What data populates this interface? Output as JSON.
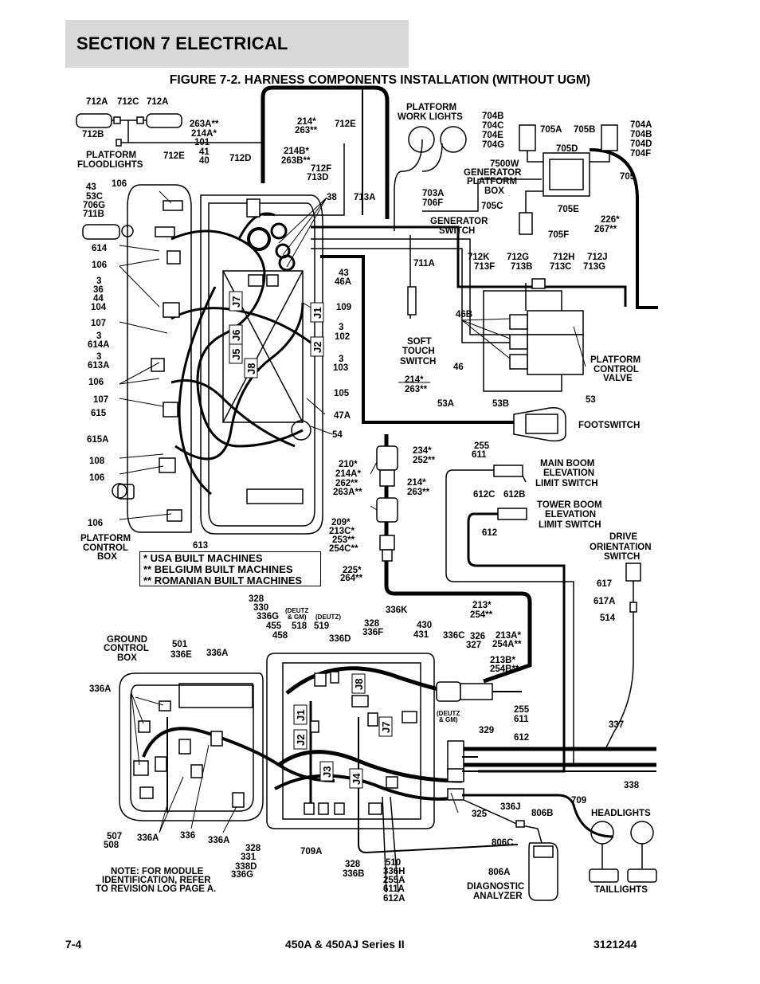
{
  "header": {
    "section": "SECTION 7   ELECTRICAL",
    "figure_title": "FIGURE 7-2. HARNESS COMPONENTS INSTALLATION (WITHOUT UGM)"
  },
  "notes": {
    "line1": "*  USA BUILT MACHINES",
    "line2": "** BELGIUM BUILT MACHINES",
    "line3": "** ROMANIAN BUILT MACHINES"
  },
  "footer": {
    "page": "7-4",
    "model": "450A & 450AJ Series II",
    "doc_number": "3121244"
  },
  "labels": [
    {
      "id": "l1",
      "text": "712A"
    },
    {
      "id": "l2",
      "text": "712C"
    },
    {
      "id": "l3",
      "text": "712A"
    },
    {
      "id": "l4",
      "text": "712B"
    },
    {
      "id": "l5",
      "text": "263A**"
    },
    {
      "id": "l6",
      "text": "214A*"
    },
    {
      "id": "l7",
      "text": "101"
    },
    {
      "id": "l8",
      "text": "41"
    },
    {
      "id": "l9",
      "text": "40"
    },
    {
      "id": "l10",
      "text": "PLATFORM"
    },
    {
      "id": "l11",
      "text": "FLOODLIGHTS"
    },
    {
      "id": "l12",
      "text": "712E"
    },
    {
      "id": "l13",
      "text": "712D"
    },
    {
      "id": "l14",
      "text": "214*"
    },
    {
      "id": "l15",
      "text": "263**"
    },
    {
      "id": "l16",
      "text": "712E"
    },
    {
      "id": "l17",
      "text": "214B*"
    },
    {
      "id": "l18",
      "text": "263B**"
    },
    {
      "id": "l19",
      "text": "712F"
    },
    {
      "id": "l20",
      "text": "713D"
    },
    {
      "id": "l21",
      "text": "38"
    },
    {
      "id": "l22",
      "text": "713A"
    },
    {
      "id": "l23",
      "text": "PLATFORM"
    },
    {
      "id": "l24",
      "text": "WORK LIGHTS"
    },
    {
      "id": "l25",
      "text": "704B"
    },
    {
      "id": "l26",
      "text": "704C"
    },
    {
      "id": "l27",
      "text": "704E"
    },
    {
      "id": "l28",
      "text": "704G"
    },
    {
      "id": "l29",
      "text": "705A"
    },
    {
      "id": "l30",
      "text": "705B"
    },
    {
      "id": "l31",
      "text": "704A"
    },
    {
      "id": "l32",
      "text": "704B"
    },
    {
      "id": "l33",
      "text": "704D"
    },
    {
      "id": "l34",
      "text": "704F"
    },
    {
      "id": "l35",
      "text": "705D"
    },
    {
      "id": "l36",
      "text": "7500W"
    },
    {
      "id": "l37",
      "text": "GENERATOR"
    },
    {
      "id": "l38",
      "text": "PLATFORM"
    },
    {
      "id": "l39",
      "text": "BOX"
    },
    {
      "id": "l40",
      "text": "705"
    },
    {
      "id": "l41",
      "text": "705C"
    },
    {
      "id": "l42",
      "text": "705E"
    },
    {
      "id": "l43",
      "text": "226*"
    },
    {
      "id": "l44",
      "text": "267**"
    },
    {
      "id": "l45",
      "text": "705F"
    },
    {
      "id": "l46",
      "text": "43"
    },
    {
      "id": "l47",
      "text": "53C"
    },
    {
      "id": "l48",
      "text": "706G"
    },
    {
      "id": "l49",
      "text": "711B"
    },
    {
      "id": "l50",
      "text": "106"
    },
    {
      "id": "l51",
      "text": "703A"
    },
    {
      "id": "l52",
      "text": "706F"
    },
    {
      "id": "l53",
      "text": "GENERATOR"
    },
    {
      "id": "l54",
      "text": "SWITCH"
    },
    {
      "id": "l55",
      "text": "614"
    },
    {
      "id": "l56",
      "text": "106"
    },
    {
      "id": "l57",
      "text": "3"
    },
    {
      "id": "l58",
      "text": "36"
    },
    {
      "id": "l59",
      "text": "44"
    },
    {
      "id": "l60",
      "text": "104"
    },
    {
      "id": "l61",
      "text": "107"
    },
    {
      "id": "l62",
      "text": "3"
    },
    {
      "id": "l63",
      "text": "614A"
    },
    {
      "id": "l64",
      "text": "3"
    },
    {
      "id": "l65",
      "text": "613A"
    },
    {
      "id": "l66",
      "text": "106"
    },
    {
      "id": "l67",
      "text": "107"
    },
    {
      "id": "l68",
      "text": "615"
    },
    {
      "id": "l69",
      "text": "615A"
    },
    {
      "id": "l70",
      "text": "108"
    },
    {
      "id": "l71",
      "text": "106"
    },
    {
      "id": "l72",
      "text": "106"
    },
    {
      "id": "l73",
      "text": "PLATFORM"
    },
    {
      "id": "l74",
      "text": "CONTROL"
    },
    {
      "id": "l75",
      "text": "BOX"
    },
    {
      "id": "l76",
      "text": "613"
    },
    {
      "id": "l77",
      "text": "43"
    },
    {
      "id": "l78",
      "text": "46A"
    },
    {
      "id": "l79",
      "text": "109"
    },
    {
      "id": "l80",
      "text": "3"
    },
    {
      "id": "l81",
      "text": "102"
    },
    {
      "id": "l82",
      "text": "3"
    },
    {
      "id": "l83",
      "text": "103"
    },
    {
      "id": "l84",
      "text": "105"
    },
    {
      "id": "l85",
      "text": "47A"
    },
    {
      "id": "l86",
      "text": "54"
    },
    {
      "id": "l87",
      "text": "711A"
    },
    {
      "id": "l88",
      "text": "712K"
    },
    {
      "id": "l89",
      "text": "713F"
    },
    {
      "id": "l90",
      "text": "712G"
    },
    {
      "id": "l91",
      "text": "713B"
    },
    {
      "id": "l92",
      "text": "712H"
    },
    {
      "id": "l93",
      "text": "713C"
    },
    {
      "id": "l94",
      "text": "712J"
    },
    {
      "id": "l95",
      "text": "713G"
    },
    {
      "id": "l96",
      "text": "46B"
    },
    {
      "id": "l97",
      "text": "SOFT"
    },
    {
      "id": "l98",
      "text": "TOUCH"
    },
    {
      "id": "l99",
      "text": "SWITCH"
    },
    {
      "id": "l100",
      "text": "46"
    },
    {
      "id": "l101",
      "text": "PLATFORM"
    },
    {
      "id": "l102",
      "text": "CONTROL"
    },
    {
      "id": "l103",
      "text": "VALVE"
    },
    {
      "id": "l104",
      "text": "214*"
    },
    {
      "id": "l105",
      "text": "263**"
    },
    {
      "id": "l106",
      "text": "53A"
    },
    {
      "id": "l107",
      "text": "53B"
    },
    {
      "id": "l108",
      "text": "53"
    },
    {
      "id": "l109",
      "text": "FOOTSWITCH"
    },
    {
      "id": "l110",
      "text": "234*"
    },
    {
      "id": "l111",
      "text": "252**"
    },
    {
      "id": "l112",
      "text": "255"
    },
    {
      "id": "l113",
      "text": "611"
    },
    {
      "id": "l114",
      "text": "210*"
    },
    {
      "id": "l115",
      "text": "214A*"
    },
    {
      "id": "l116",
      "text": "262**"
    },
    {
      "id": "l117",
      "text": "263A**"
    },
    {
      "id": "l118",
      "text": "214*"
    },
    {
      "id": "l119",
      "text": "263**"
    },
    {
      "id": "l120",
      "text": "MAIN BOOM"
    },
    {
      "id": "l121",
      "text": "ELEVATION"
    },
    {
      "id": "l122",
      "text": "LIMIT SWITCH"
    },
    {
      "id": "l123",
      "text": "612C"
    },
    {
      "id": "l124",
      "text": "612B"
    },
    {
      "id": "l125",
      "text": "TOWER BOOM"
    },
    {
      "id": "l126",
      "text": "ELEVATION"
    },
    {
      "id": "l127",
      "text": "LIMIT SWITCH"
    },
    {
      "id": "l128",
      "text": "209*"
    },
    {
      "id": "l129",
      "text": "213C*"
    },
    {
      "id": "l130",
      "text": "253**"
    },
    {
      "id": "l131",
      "text": "254C**"
    },
    {
      "id": "l132",
      "text": "612"
    },
    {
      "id": "l133",
      "text": "DRIVE"
    },
    {
      "id": "l134",
      "text": "ORIENTATION"
    },
    {
      "id": "l135",
      "text": "SWITCH"
    },
    {
      "id": "l136",
      "text": "225*"
    },
    {
      "id": "l137",
      "text": "264**"
    },
    {
      "id": "l138",
      "text": "617"
    },
    {
      "id": "l139",
      "text": "617A"
    },
    {
      "id": "l140",
      "text": "514"
    },
    {
      "id": "l141",
      "text": "328"
    },
    {
      "id": "l142",
      "text": "330"
    },
    {
      "id": "l143",
      "text": "336G"
    },
    {
      "id": "l144",
      "text": "(DEUTZ"
    },
    {
      "id": "l145",
      "text": "& GM)"
    },
    {
      "id": "l146",
      "text": "(DEUTZ)"
    },
    {
      "id": "l147",
      "text": "455"
    },
    {
      "id": "l148",
      "text": "518"
    },
    {
      "id": "l149",
      "text": "519"
    },
    {
      "id": "l150",
      "text": "458"
    },
    {
      "id": "l151",
      "text": "336K"
    },
    {
      "id": "l152",
      "text": "328"
    },
    {
      "id": "l153",
      "text": "336F"
    },
    {
      "id": "l154",
      "text": "430"
    },
    {
      "id": "l155",
      "text": "431"
    },
    {
      "id": "l156",
      "text": "213*"
    },
    {
      "id": "l157",
      "text": "254**"
    },
    {
      "id": "l158",
      "text": "GROUND"
    },
    {
      "id": "l159",
      "text": "CONTROL"
    },
    {
      "id": "l160",
      "text": "BOX"
    },
    {
      "id": "l161",
      "text": "501"
    },
    {
      "id": "l162",
      "text": "336E"
    },
    {
      "id": "l163",
      "text": "336A"
    },
    {
      "id": "l164",
      "text": "336D"
    },
    {
      "id": "l165",
      "text": "336C"
    },
    {
      "id": "l166",
      "text": "326"
    },
    {
      "id": "l167",
      "text": "327"
    },
    {
      "id": "l168",
      "text": "213A*"
    },
    {
      "id": "l169",
      "text": "254A**"
    },
    {
      "id": "l170",
      "text": "213B*"
    },
    {
      "id": "l171",
      "text": "254B**"
    },
    {
      "id": "l172",
      "text": "336A"
    },
    {
      "id": "l173",
      "text": "(DEUTZ"
    },
    {
      "id": "l174",
      "text": "& GM)"
    },
    {
      "id": "l175",
      "text": "255"
    },
    {
      "id": "l176",
      "text": "611"
    },
    {
      "id": "l177",
      "text": "337"
    },
    {
      "id": "l178",
      "text": "329"
    },
    {
      "id": "l179",
      "text": "612"
    },
    {
      "id": "l180",
      "text": "338"
    },
    {
      "id": "l181",
      "text": "709"
    },
    {
      "id": "l182",
      "text": "325"
    },
    {
      "id": "l183",
      "text": "336J"
    },
    {
      "id": "l184",
      "text": "806B"
    },
    {
      "id": "l185",
      "text": "HEADLIGHTS"
    },
    {
      "id": "l186",
      "text": "507"
    },
    {
      "id": "l187",
      "text": "508"
    },
    {
      "id": "l188",
      "text": "336A"
    },
    {
      "id": "l189",
      "text": "336"
    },
    {
      "id": "l190",
      "text": "336A"
    },
    {
      "id": "l191",
      "text": "328"
    },
    {
      "id": "l192",
      "text": "331"
    },
    {
      "id": "l193",
      "text": "338D"
    },
    {
      "id": "l194",
      "text": "336G"
    },
    {
      "id": "l195",
      "text": "709A"
    },
    {
      "id": "l196",
      "text": "806C"
    },
    {
      "id": "l197",
      "text": "328"
    },
    {
      "id": "l198",
      "text": "336B"
    },
    {
      "id": "l199",
      "text": "510"
    },
    {
      "id": "l200",
      "text": "336H"
    },
    {
      "id": "l201",
      "text": "255A"
    },
    {
      "id": "l202",
      "text": "611A"
    },
    {
      "id": "l203",
      "text": "612A"
    },
    {
      "id": "l204",
      "text": "806A"
    },
    {
      "id": "l205",
      "text": "NOTE: FOR MODULE"
    },
    {
      "id": "l206",
      "text": "IDENTIFICATION, REFER"
    },
    {
      "id": "l207",
      "text": "TO REVISION LOG PAGE A."
    },
    {
      "id": "l208",
      "text": "DIAGNOSTIC"
    },
    {
      "id": "l209",
      "text": "ANALYZER"
    },
    {
      "id": "l210",
      "text": "TAILLIGHTS"
    }
  ],
  "connectors": [
    {
      "id": "c1",
      "text": "J7"
    },
    {
      "id": "c2",
      "text": "J6"
    },
    {
      "id": "c3",
      "text": "J5"
    },
    {
      "id": "c4",
      "text": "J8"
    },
    {
      "id": "c5",
      "text": "J1"
    },
    {
      "id": "c6",
      "text": "J2"
    },
    {
      "id": "c7",
      "text": "J8"
    },
    {
      "id": "c8",
      "text": "J1"
    },
    {
      "id": "c9",
      "text": "J2"
    },
    {
      "id": "c10",
      "text": "J3"
    },
    {
      "id": "c11",
      "text": "J4"
    },
    {
      "id": "c12",
      "text": "J7"
    }
  ]
}
